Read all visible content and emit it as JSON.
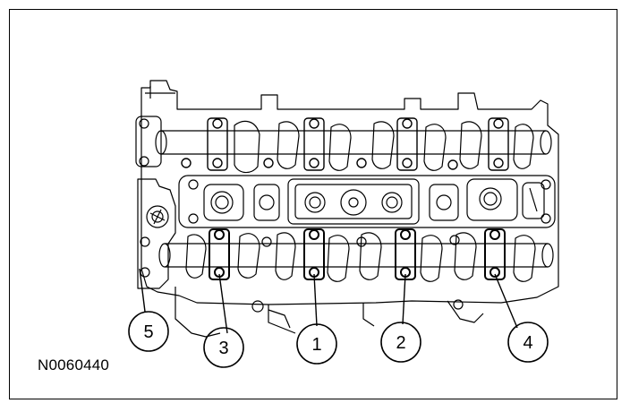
{
  "figure_code": "N0060440",
  "callouts": [
    {
      "id": "callout-5",
      "label": "5"
    },
    {
      "id": "callout-3",
      "label": "3"
    },
    {
      "id": "callout-1",
      "label": "1"
    },
    {
      "id": "callout-2",
      "label": "2"
    },
    {
      "id": "callout-4",
      "label": "4"
    }
  ],
  "colors": {
    "line": "#000000",
    "background": "#ffffff"
  }
}
